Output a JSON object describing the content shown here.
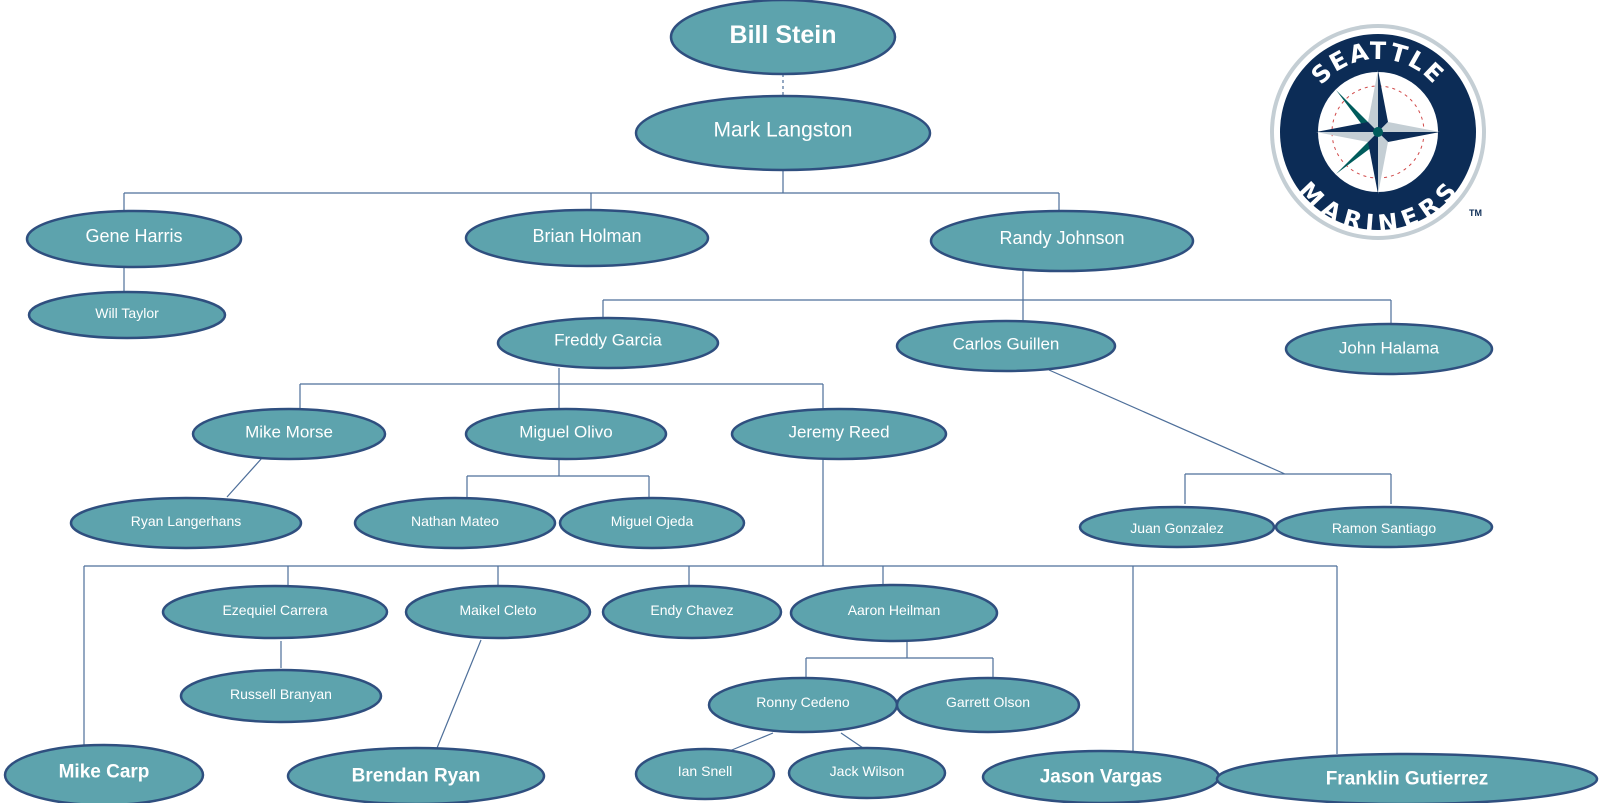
{
  "colors": {
    "node_fill": "#5da3ad",
    "node_stroke": "#2f4f7f",
    "edge": "#4e6f9a",
    "logo_navy": "#0c2c56",
    "logo_teal": "#005c5c",
    "logo_silver": "#c4ced4"
  },
  "nodes": {
    "bill_stein": "Bill Stein",
    "mark_langston": "Mark Langston",
    "gene_harris": "Gene Harris",
    "brian_holman": "Brian Holman",
    "randy_johnson": "Randy Johnson",
    "will_taylor": "Will Taylor",
    "freddy_garcia": "Freddy Garcia",
    "carlos_guillen": "Carlos Guillen",
    "john_halama": "John Halama",
    "mike_morse": "Mike Morse",
    "miguel_olivo": "Miguel Olivo",
    "jeremy_reed": "Jeremy Reed",
    "ryan_langerhans": "Ryan Langerhans",
    "nathan_mateo": "Nathan Mateo",
    "miguel_ojeda": "Miguel Ojeda",
    "juan_gonzalez": "Juan Gonzalez",
    "ramon_santiago": "Ramon Santiago",
    "ezequiel_carrera": "Ezequiel Carrera",
    "maikel_cleto": "Maikel Cleto",
    "endy_chavez": "Endy Chavez",
    "aaron_heilman": "Aaron Heilman",
    "russell_branyan": "Russell Branyan",
    "ronny_cedeno": "Ronny Cedeno",
    "garrett_olson": "Garrett Olson",
    "mike_carp": "Mike Carp",
    "brendan_ryan": "Brendan Ryan",
    "ian_snell": "Ian Snell",
    "jack_wilson": "Jack Wilson",
    "jason_vargas": "Jason Vargas",
    "franklin_gutierrez": "Franklin Gutierrez"
  },
  "logo": {
    "top_text": "SEATTLE",
    "bottom_text": "MARINERS",
    "trademark": "TM"
  }
}
